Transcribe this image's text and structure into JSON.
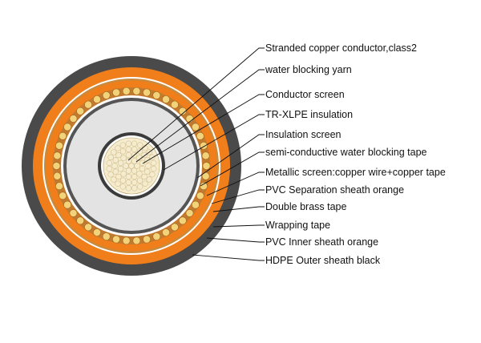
{
  "labels": [
    "Stranded copper conductor,class2",
    "water blocking yarn",
    "Conductor screen",
    "TR-XLPE insulation",
    "Insulation screen",
    "semi-conductive water blocking tape",
    "Metallic screen:copper wire+copper tape",
    "PVC Separation sheath orange",
    "Double brass tape",
    "Wrapping tape",
    "PVC Inner sheath orange",
    "HDPE Outer sheath black"
  ],
  "colors": {
    "outer_sheath": "#4a4a4a",
    "pvc_orange": "#f07e1a",
    "brass": "#c98a3c",
    "copper_wire": "#f2d37a",
    "xlpe": "#e3e3e3",
    "screen": "#555555",
    "conductor": "#f5eccf"
  }
}
